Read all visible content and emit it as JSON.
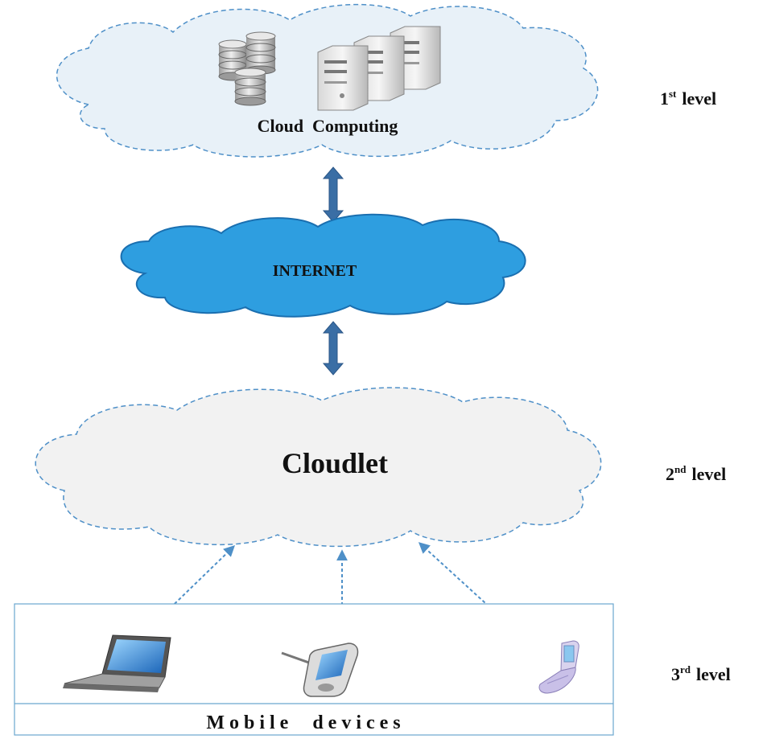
{
  "levels": {
    "first": {
      "num": "1",
      "sup": "st",
      "word": "level"
    },
    "second": {
      "num": "2",
      "sup": "nd",
      "word": "level"
    },
    "third": {
      "num": "3",
      "sup": "rd",
      "word": "level"
    }
  },
  "cloud_computing": {
    "label": "Cloud  Computing",
    "icons": [
      "database-icon",
      "server-icon"
    ]
  },
  "internet": {
    "label": "INTERNET"
  },
  "cloudlet": {
    "label": "Cloudlet"
  },
  "mobile_devices": {
    "label": "M o b i l e     d e v i c e s",
    "icons": [
      "laptop-icon",
      "pda-icon",
      "flip-phone-icon"
    ]
  },
  "colors": {
    "internet_fill": "#2e9ee0",
    "internet_stroke": "#1a6fb0",
    "cloud_fill": "#e8f1f8",
    "cloudlet_fill": "#f2f2f2",
    "dashed_stroke": "#4f90c8",
    "arrow_fill": "#3a6ea5"
  }
}
